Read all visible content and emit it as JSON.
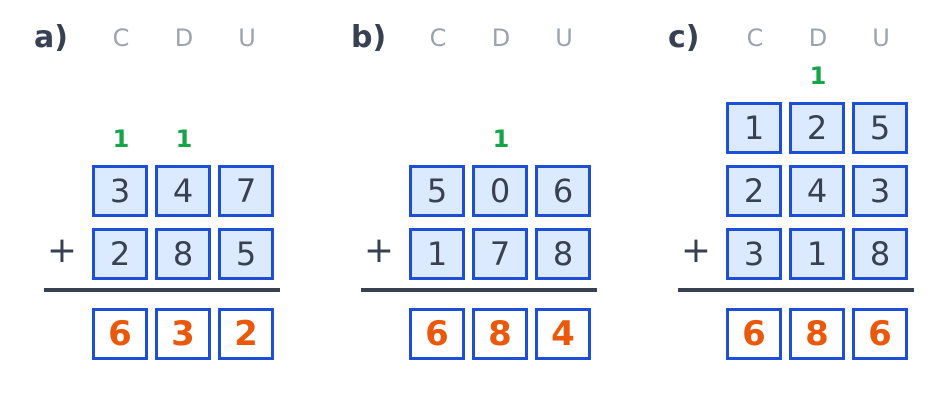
{
  "column_headers": [
    "C",
    "D",
    "U"
  ],
  "plus_sign": "+",
  "problems": [
    {
      "label": "a)",
      "carries": [
        "1",
        "1",
        ""
      ],
      "addends": [
        [
          "3",
          "4",
          "7"
        ],
        [
          "2",
          "8",
          "5"
        ]
      ],
      "result": [
        "6",
        "3",
        "2"
      ]
    },
    {
      "label": "b)",
      "carries": [
        "",
        "1",
        ""
      ],
      "addends": [
        [
          "5",
          "0",
          "6"
        ],
        [
          "1",
          "7",
          "8"
        ]
      ],
      "result": [
        "6",
        "8",
        "4"
      ]
    },
    {
      "label": "c)",
      "carries": [
        "",
        "1",
        ""
      ],
      "addends": [
        [
          "1",
          "2",
          "5"
        ],
        [
          "2",
          "4",
          "3"
        ],
        [
          "3",
          "1",
          "8"
        ]
      ],
      "result": [
        "6",
        "8",
        "6"
      ]
    }
  ],
  "colors": {
    "cell_border": "#1d4ed8",
    "cell_fill": "#dbeafe",
    "carry": "#16a34a",
    "result_digit": "#ea580c",
    "header": "#9ca3af",
    "text": "#374151"
  }
}
